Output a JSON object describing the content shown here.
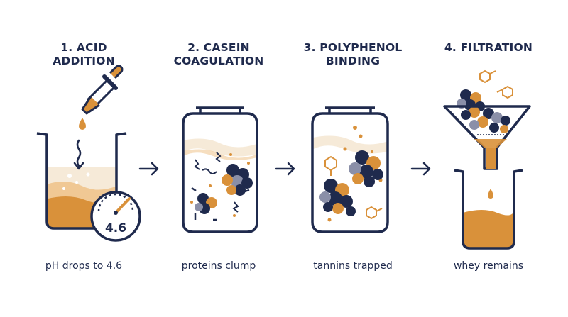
{
  "steps": [
    {
      "title": "1. ACID\nADDITION",
      "caption": "pH drops to 4.6",
      "gauge_value": "4.6"
    },
    {
      "title": "2. CASEIN\nCOAGULATION",
      "caption": "proteins clump"
    },
    {
      "title": "3. POLYPHENOL\nBINDING",
      "caption": "tannins trapped"
    },
    {
      "title": "4. FILTRATION",
      "caption": "whey remains"
    }
  ],
  "colors": {
    "navy": "#1f2a4d",
    "amber": "#d9913a",
    "amber_light": "#f0c894",
    "cream": "#f6ead8",
    "slate": "#8a8fa8"
  },
  "icons": [
    "dropper-icon",
    "beaker-icon",
    "gauge-icon",
    "jar-icon",
    "arrow-right-icon",
    "funnel-icon",
    "molecule-icon"
  ]
}
